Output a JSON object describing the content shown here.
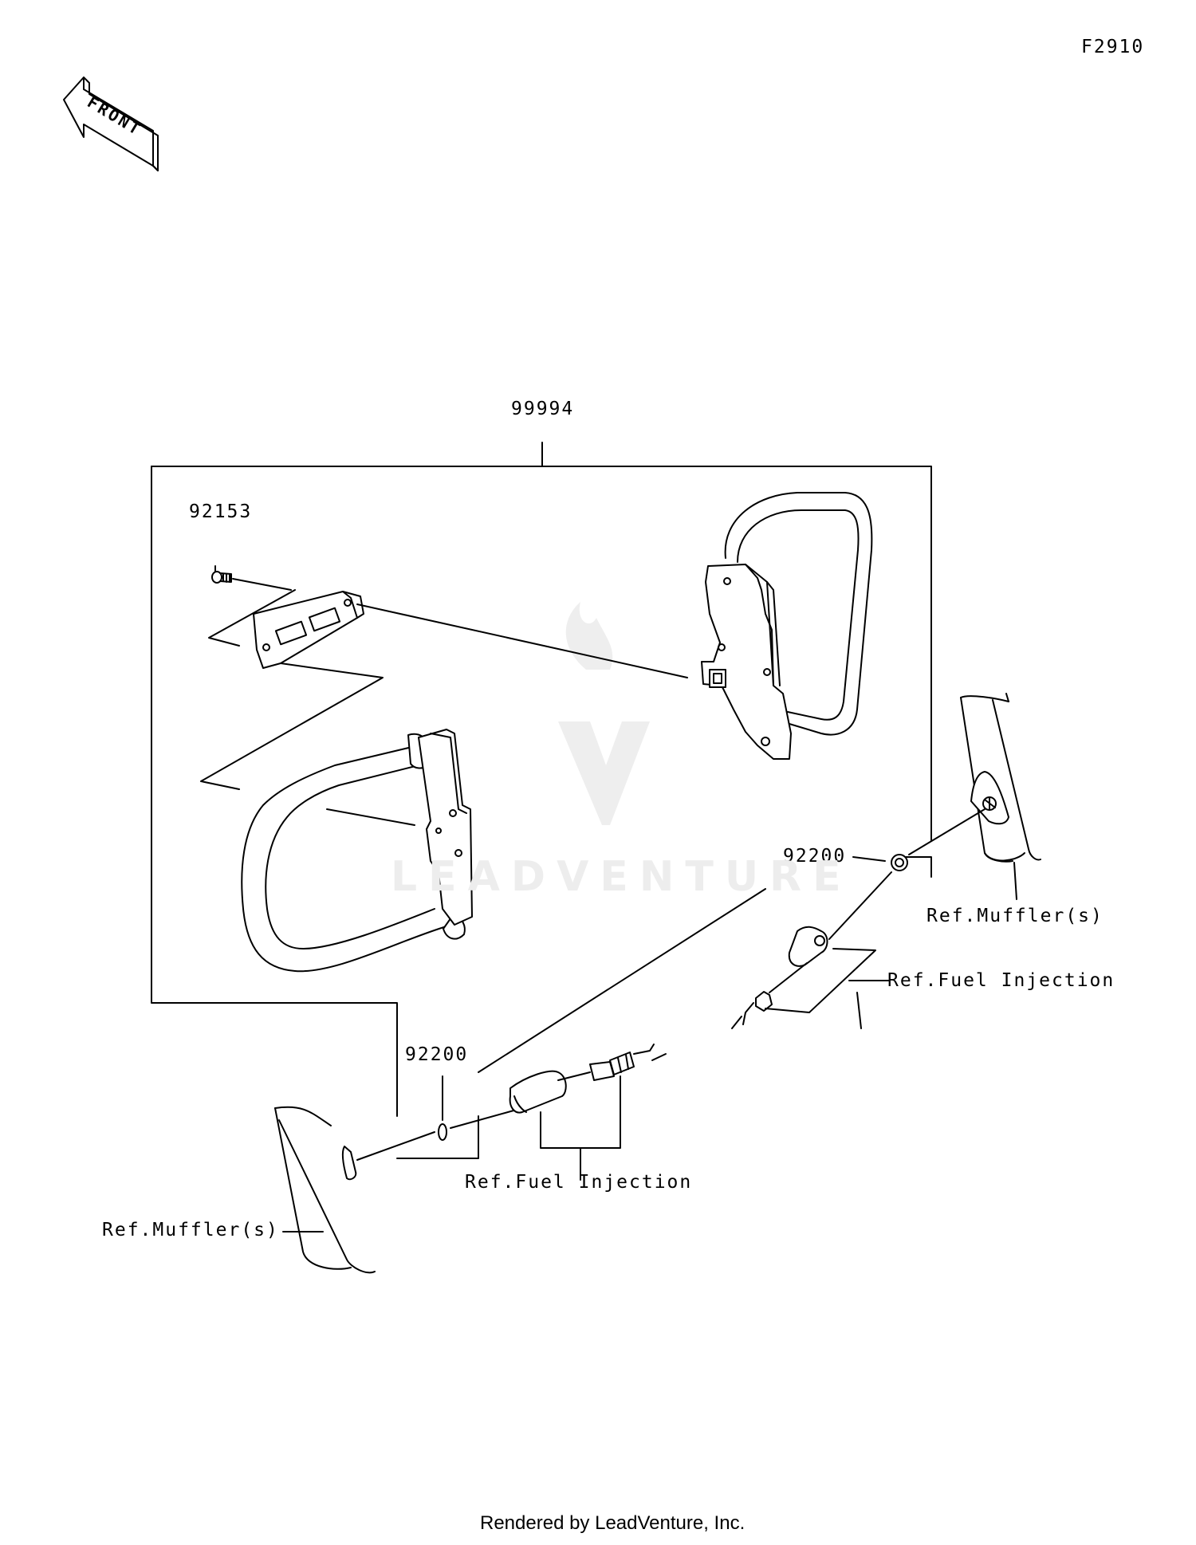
{
  "figure_code": "F2910",
  "front_arrow_label": "FRONT",
  "callouts": {
    "kit": "99994",
    "screw": "92153",
    "washer_right": "92200",
    "washer_left": "92200"
  },
  "references": {
    "muffler_right": "Ref.Muffler(s)",
    "fuel_injection_right": "Ref.Fuel Injection",
    "fuel_injection_left": "Ref.Fuel Injection",
    "muffler_left": "Ref.Muffler(s)"
  },
  "watermark": "LEADVENTURE",
  "footer": "Rendered by LeadVenture, Inc."
}
